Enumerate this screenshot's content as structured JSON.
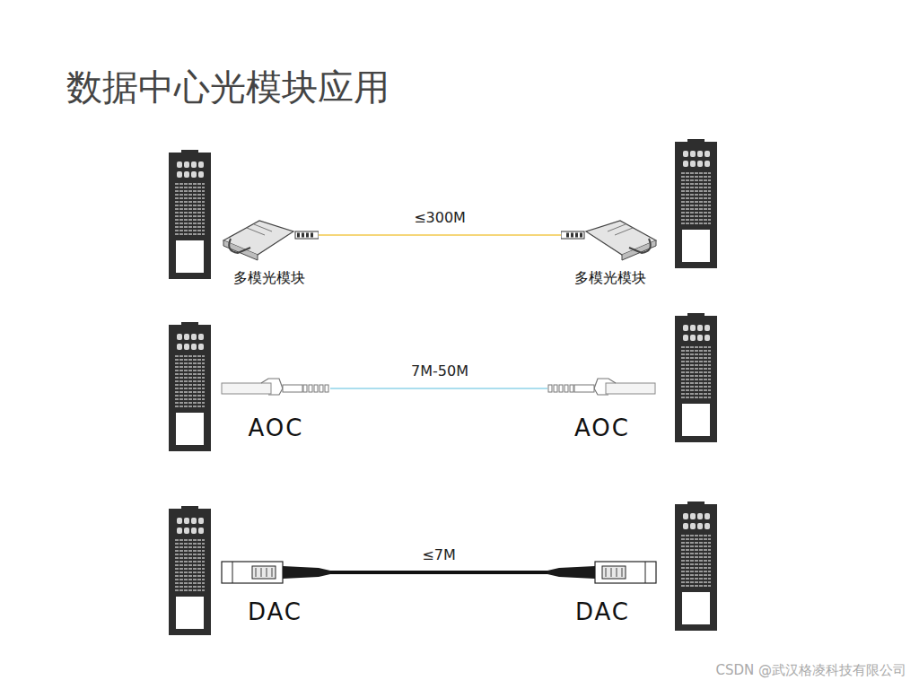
{
  "diagram": {
    "title": "数据中心光模块应用",
    "nodes": [
      {
        "text": [
          "多模光模块"
        ]
      },
      {
        "text": [
          "多模光模块"
        ]
      },
      {
        "text": [
          "AOC"
        ]
      },
      {
        "text": [
          "AOC"
        ]
      },
      {
        "text": [
          "DAC"
        ]
      },
      {
        "text": [
          "DAC"
        ]
      }
    ],
    "edges": [
      {
        "from": 0,
        "to": 1,
        "arrow": "none",
        "label": "≤300M"
      },
      {
        "from": 2,
        "to": 3,
        "arrow": "none",
        "label": "7M-50M"
      },
      {
        "from": 4,
        "to": 5,
        "arrow": "none",
        "label": "≤7M"
      }
    ],
    "labels": [
      "CSDN @武汉格凌科技有限公司"
    ]
  }
}
